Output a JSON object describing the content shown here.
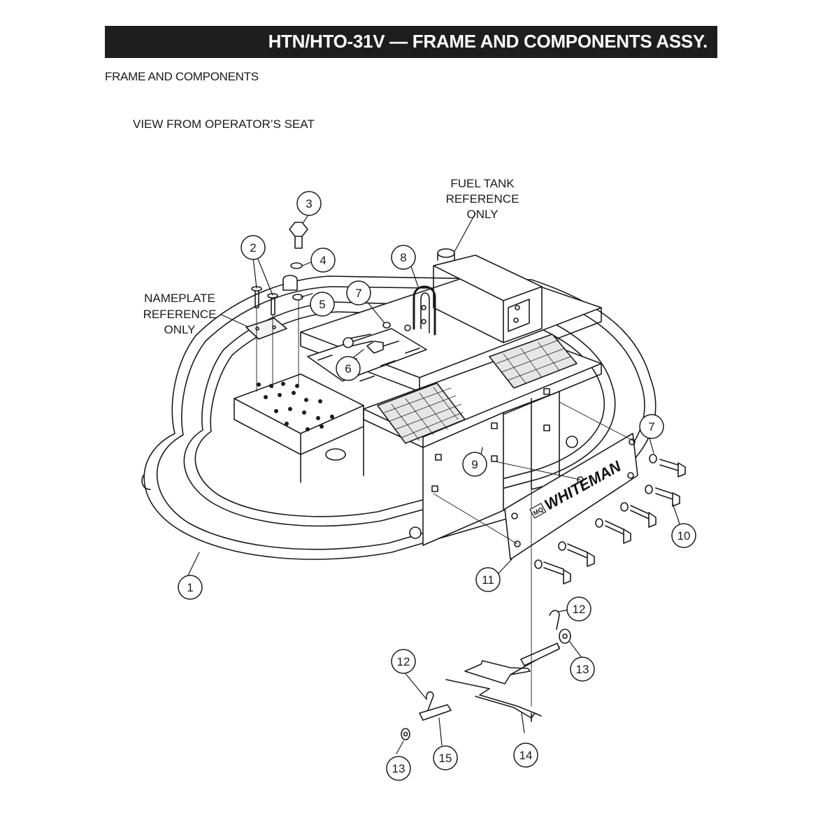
{
  "header": {
    "title": "HTN/HTO-31V — FRAME AND COMPONENTS ASSY.",
    "section": "FRAME AND COMPONENTS",
    "view": "VIEW FROM OPERATOR’S SEAT"
  },
  "callouts": {
    "fuel_tank": [
      "FUEL TANK",
      "REFERENCE",
      "ONLY"
    ],
    "nameplate": [
      "NAMEPLATE",
      "REFERENCE",
      "ONLY"
    ]
  },
  "parts": {
    "p1": "1",
    "p2": "2",
    "p3": "3",
    "p4": "4",
    "p5": "5",
    "p6": "6",
    "p7a": "7",
    "p7b": "7",
    "p8": "8",
    "p9": "9",
    "p10": "10",
    "p11": "11",
    "p12a": "12",
    "p12b": "12",
    "p13a": "13",
    "p13b": "13",
    "p14": "14",
    "p15": "15"
  },
  "logo": {
    "brand": "WHITEMAN",
    "mark": "MQ"
  },
  "colors": {
    "ink": "#1a1a1a",
    "title_bar": "#1e1e1e",
    "title_text": "#ffffff",
    "background": "#ffffff"
  }
}
